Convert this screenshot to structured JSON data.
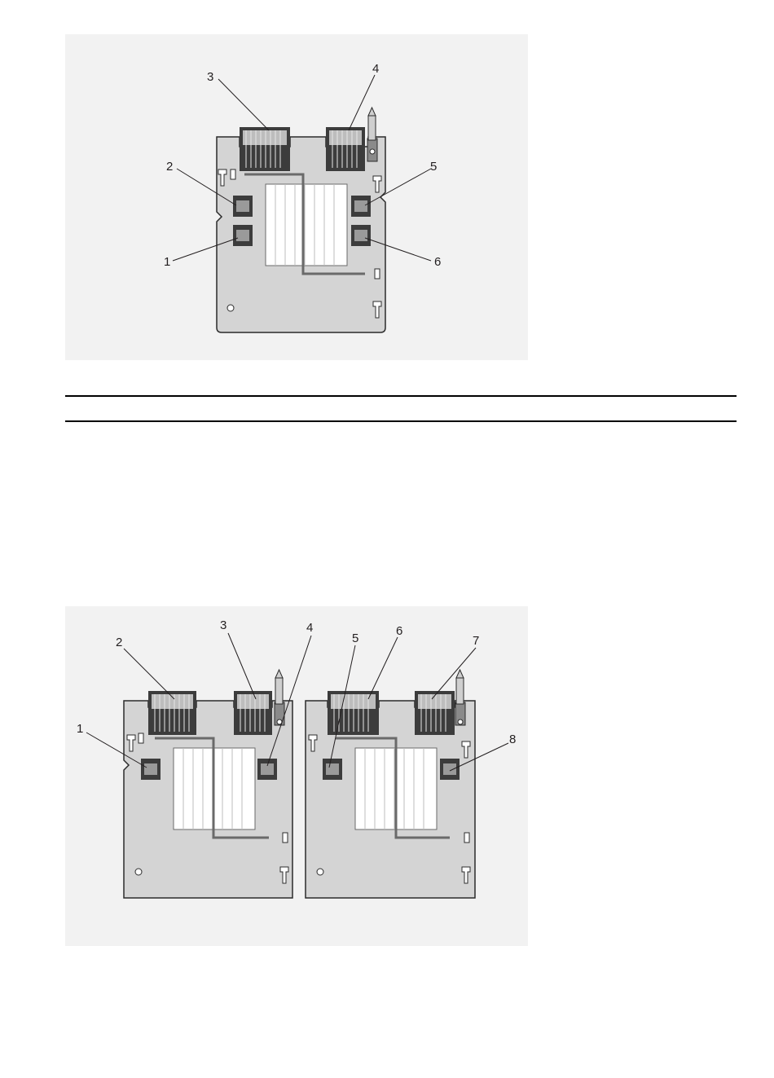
{
  "figure1": {
    "callouts": [
      "1",
      "2",
      "3",
      "4",
      "5",
      "6"
    ]
  },
  "figure2": {
    "callouts": [
      "1",
      "2",
      "3",
      "4",
      "5",
      "6",
      "7",
      "8"
    ]
  },
  "colors": {
    "board": "#d4d4d4",
    "board_edge": "#2b2b2b",
    "figure_background": "#f2f2f2",
    "connector_dark": "#3c3c3c",
    "heatsink": "#ffffff"
  }
}
